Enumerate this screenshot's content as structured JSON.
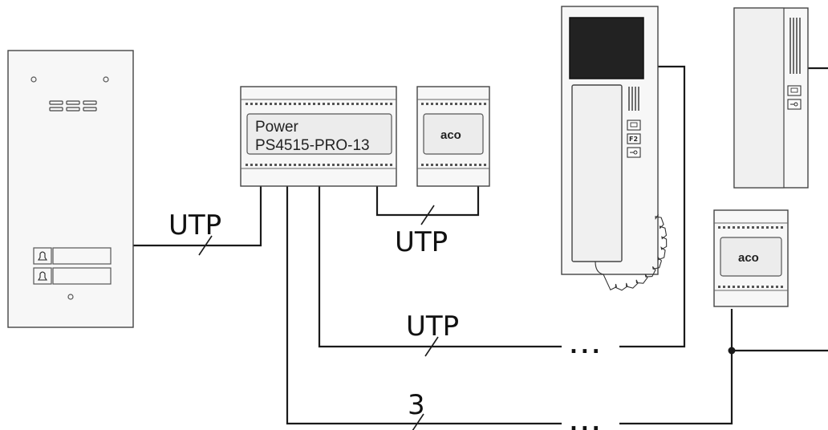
{
  "labels": {
    "wire_panel_psu": "UTP",
    "wire_psu_module": "UTP",
    "wire_psu_monitor": "UTP",
    "wire_psu_bus": "3",
    "ellipsis_1": "...",
    "ellipsis_2": "..."
  },
  "power_supply": {
    "line1": "Power",
    "line2": "PS4515-PRO-13"
  },
  "modules": {
    "top_module_brand": "aco",
    "right_module_brand": "aco"
  },
  "monitor": {
    "button_f2": "F2"
  }
}
